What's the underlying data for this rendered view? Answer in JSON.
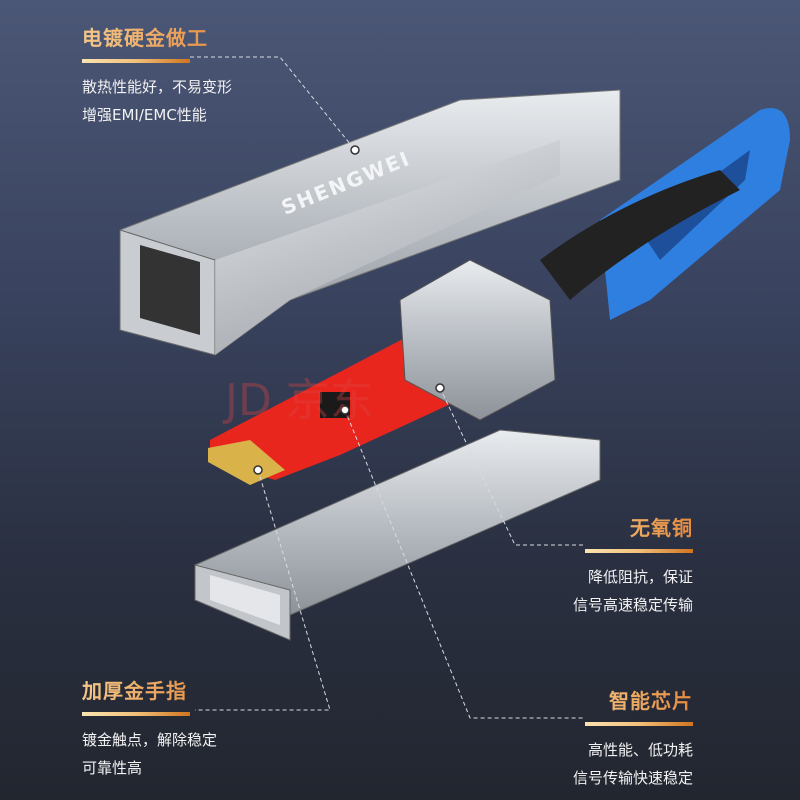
{
  "brand": "SHENGWEI",
  "watermark": "JD 京东",
  "callouts": {
    "plating": {
      "title": "电镀硬金做工",
      "lines": [
        "散热性能好，不易变形",
        "增强EMI/EMC性能"
      ]
    },
    "copper": {
      "title": "无氧铜",
      "lines": [
        "降低阻抗，保证",
        "信号高速稳定传输"
      ]
    },
    "fingers": {
      "title": "加厚金手指",
      "lines": [
        "镀金触点，解除稳定",
        "可靠性高"
      ]
    },
    "chip": {
      "title": "智能芯片",
      "lines": [
        "高性能、低功耗",
        "信号传输快速稳定"
      ]
    }
  },
  "colors": {
    "accent": "#eea760",
    "pcb": "#e8261e",
    "pull_tab": "#2f7fe0"
  }
}
